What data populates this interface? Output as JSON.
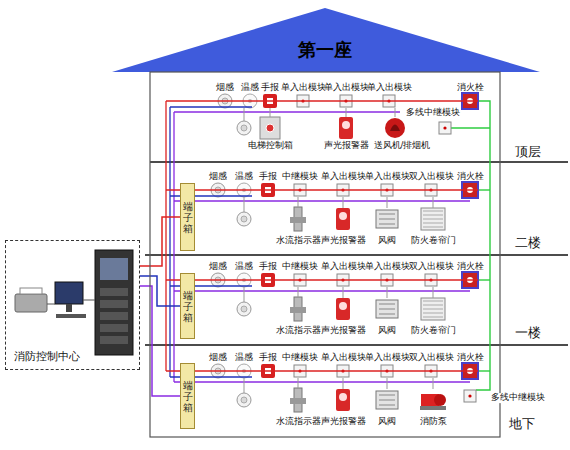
{
  "diagram": {
    "nodes": [
      {
        "text": [
          "第一座"
        ]
      },
      {
        "text": [
          "消防控制中心"
        ]
      },
      {
        "text": [
          "端子箱"
        ],
        "in": 0
      },
      {
        "text": [
          "端子箱"
        ],
        "in": 0
      },
      {
        "text": [
          "端子箱"
        ],
        "in": 0
      }
    ],
    "edges": [
      {
        "from": 1,
        "to": 2,
        "arrow": "none"
      },
      {
        "from": 1,
        "to": 3,
        "arrow": "none"
      },
      {
        "from": 1,
        "to": 4,
        "arrow": "none"
      }
    ],
    "labels": [
      "烟感",
      "温感",
      "手报",
      "单入出模块",
      "单入出模块",
      "单入出模块",
      "消火栓",
      "多线中继模块",
      "电梯控制箱",
      "声光报警器",
      "送风机/排烟机",
      "顶层",
      "烟感",
      "温感",
      "手报",
      "中继模块",
      "单入出模块",
      "单入出模块",
      "双入出模块",
      "消火栓",
      "水流指示器",
      "声光报警器",
      "风阀",
      "防火卷帘门",
      "二楼",
      "烟感",
      "温感",
      "手报",
      "中继模块",
      "单入出模块",
      "单入出模块",
      "双入出模块",
      "消火栓",
      "水流指示器",
      "声光报警器",
      "风阀",
      "防火卷帘门",
      "一楼",
      "烟感",
      "温感",
      "手报",
      "中继模块",
      "单入出模块",
      "单入出模块",
      "双入出模块",
      "消火栓",
      "多线中继模块",
      "水流指示器",
      "声光报警器",
      "风阀",
      "消防泵",
      "地下"
    ]
  }
}
